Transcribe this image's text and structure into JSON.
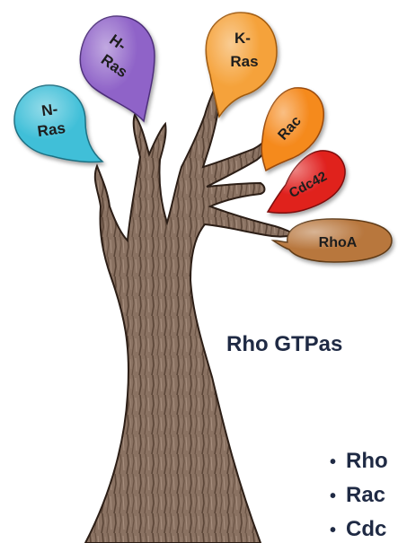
{
  "balloons": {
    "nras": {
      "line1": "N-",
      "line2": "Ras",
      "color": "#3fbfd8"
    },
    "hras": {
      "line1": "H-",
      "line2": "Ras",
      "color": "#8f63c8"
    },
    "kras": {
      "line1": "K-",
      "line2": "Ras",
      "color": "#f5a23a"
    },
    "rac": {
      "label": "Rac",
      "color": "#f58a1e"
    },
    "cdc42": {
      "label": "Cdc42",
      "color": "#e0201e"
    },
    "rhoa": {
      "label": "RhoA",
      "color": "#b8773e"
    }
  },
  "tree_color": "#8a7060",
  "title": "Rho GTPas",
  "list": {
    "bullet": "•",
    "items": [
      "Rho",
      "Rac",
      "Cdc"
    ]
  }
}
